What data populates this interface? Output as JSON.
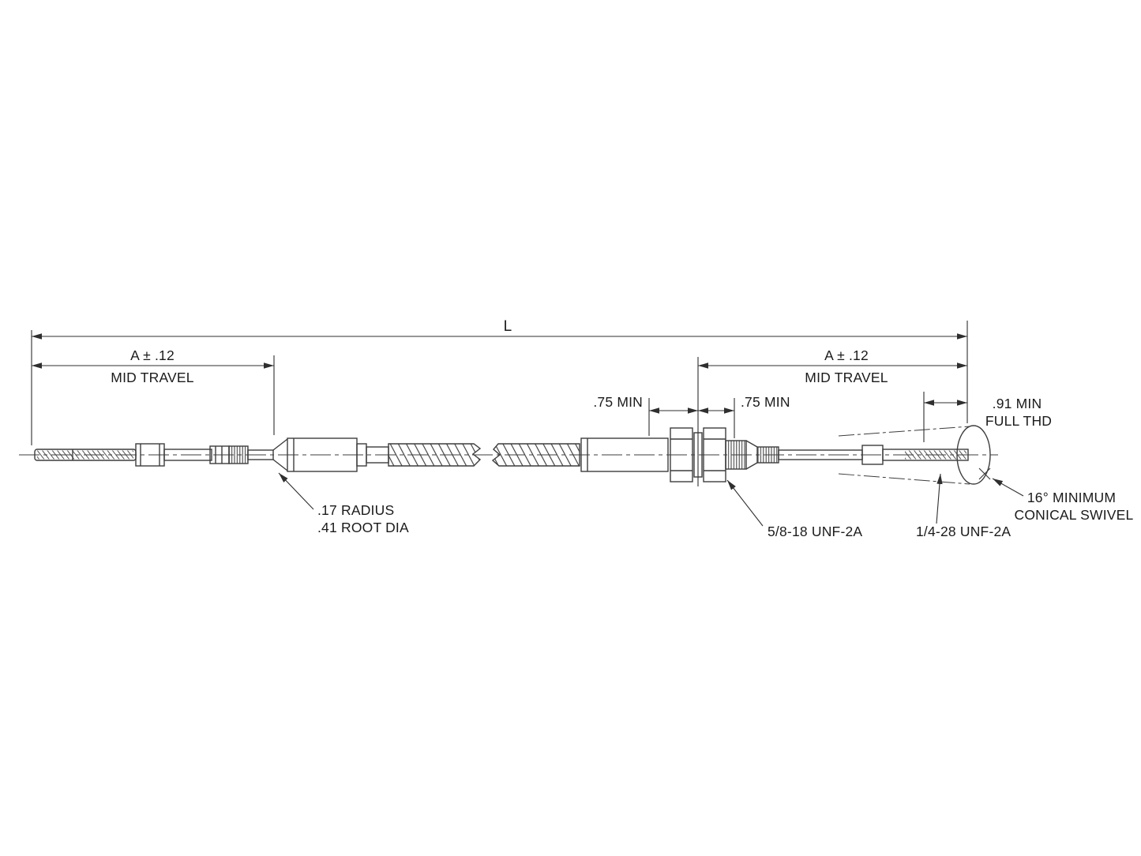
{
  "page": {
    "background": "#ffffff"
  },
  "drawing": {
    "line_color": "#3d3d3d",
    "dim_color": "#2f2f2f",
    "text_color": "#1b1b1b",
    "dimensions": {
      "overall_length": "L",
      "left_travel": {
        "value": "A ± .12",
        "caption": "MID TRAVEL"
      },
      "right_travel": {
        "value": "A ± .12",
        "caption": "MID TRAVEL"
      },
      "bulkhead_left": ".75 MIN",
      "bulkhead_right": ".75 MIN",
      "full_thread": {
        "value": ".91 MIN",
        "caption": "FULL THD"
      }
    },
    "callouts": {
      "root_radius": {
        "line1": ".17 RADIUS",
        "line2": ".41 ROOT DIA"
      },
      "bulkhead_thread": "5/8-18 UNF-2A",
      "rod_end_thread": "1/4-28 UNF-2A",
      "conical_swivel": {
        "line1": "16° MINIMUM",
        "line2": "CONICAL SWIVEL"
      }
    }
  }
}
